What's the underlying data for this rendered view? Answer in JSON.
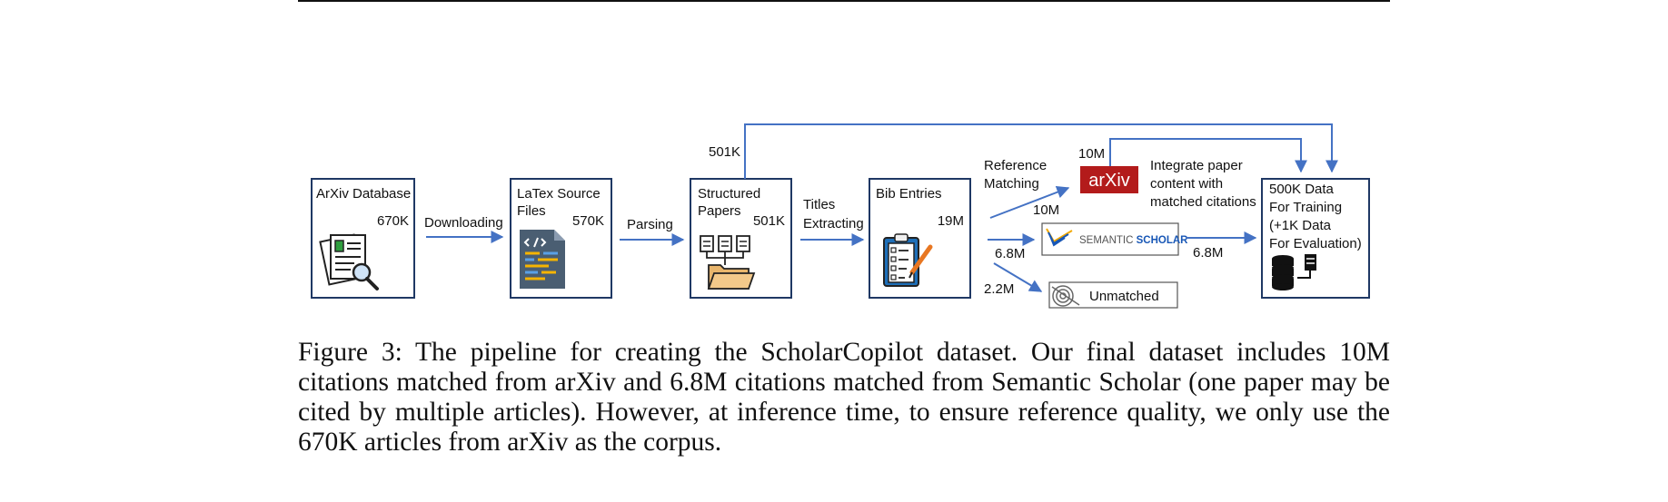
{
  "boxes": {
    "arxiv_db": {
      "label": "ArXiv Database",
      "count": "670K"
    },
    "latex": {
      "label_line1": "LaTex Source",
      "label_line2": "Files",
      "count": "570K"
    },
    "structured": {
      "label_line1": "Structured",
      "label_line2": "Papers",
      "count": "501K"
    },
    "bib": {
      "label": "Bib Entries",
      "count": "19M"
    },
    "final": {
      "line1": "500K Data",
      "line2": "For Training",
      "line3": "(+1K  Data",
      "line4": "For Evaluation)"
    }
  },
  "edges": {
    "downloading": "Downloading",
    "parsing": "Parsing",
    "titles_line1": "Titles",
    "titles_line2": "Extracting",
    "top_count": "501K",
    "reference_line1": "Reference",
    "reference_line2": "Matching",
    "arxiv_count": "10M",
    "arxiv_out_count": "10M",
    "semantic_count": "6.8M",
    "semantic_out_count": "6.8M",
    "unmatched_count": "2.2M"
  },
  "sources": {
    "arxiv_logo": "arXiv",
    "semantic_logo_part1": "SEMANTIC ",
    "semantic_logo_part2": "SCHOLAR",
    "unmatched": "Unmatched",
    "integrate_line1": "Integrate paper",
    "integrate_line2": "content with",
    "integrate_line3": "matched citations"
  },
  "colors": {
    "arrow": "#4472c4",
    "box_border": "#1f3864",
    "arxiv_red": "#b31b1b",
    "semantic_blue": "#1857b6"
  },
  "caption": "Figure 3: The pipeline for creating the ScholarCopilot dataset. Our final dataset includes 10M citations matched from arXiv and 6.8M citations matched from Semantic Scholar (one paper may be cited by multiple articles). However, at inference time, to ensure reference quality, we only use the 670K articles from arXiv as the corpus."
}
